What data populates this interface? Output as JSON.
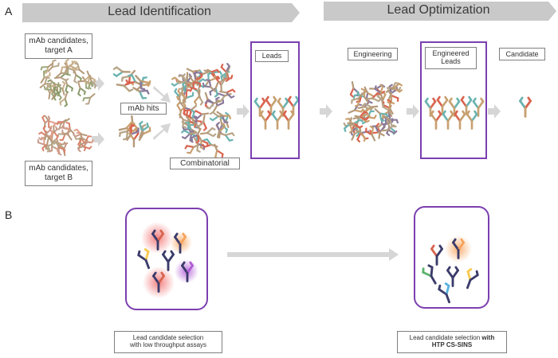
{
  "banners": {
    "left": "Lead Identification",
    "right": "Lead Optimization"
  },
  "panels": {
    "a": "A",
    "b": "B"
  },
  "labels": {
    "mab_a_line1": "mAb candidates,",
    "mab_a_line2": "target A",
    "mab_b_line1": "mAb candidates,",
    "mab_b_line2": "target B",
    "mab_hits": "mAb hits",
    "combinatorial": "Combinatorial",
    "leads": "Leads",
    "engineering": "Engineering",
    "engineered_line1": "Engineered",
    "engineered_line2": "Leads",
    "candidate": "Candidate"
  },
  "captions": {
    "low_line1": "Lead candidate selection",
    "low_line2": "with low throughput assays",
    "htp_line1_plain": "Lead candidate selection ",
    "htp_line1_bold": "with",
    "htp_line2_bold": "HTP CS-SINS"
  },
  "colors": {
    "accent_purple": "#7b3fb0",
    "banner_gray": "#c9c9c9",
    "arrow_gray": "#d6d6d6",
    "glow_red": "#f26b6b",
    "glow_orange": "#f7a35c",
    "glow_purple": "#b05bd6"
  }
}
